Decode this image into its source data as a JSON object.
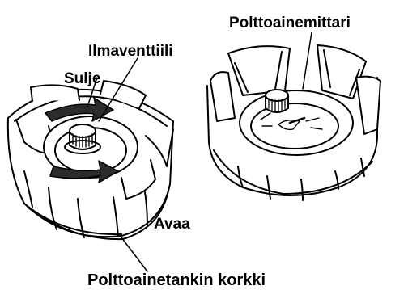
{
  "labels": {
    "fuel_gauge": "Polttoainemittari",
    "air_vent": "Ilmaventtiili",
    "close": "Sulje",
    "open": "Avaa",
    "fuel_cap": "Polttoainetankin korkki"
  },
  "colors": {
    "line": "#000000",
    "fill": "#ffffff",
    "arrow": "#2b2b2b"
  }
}
